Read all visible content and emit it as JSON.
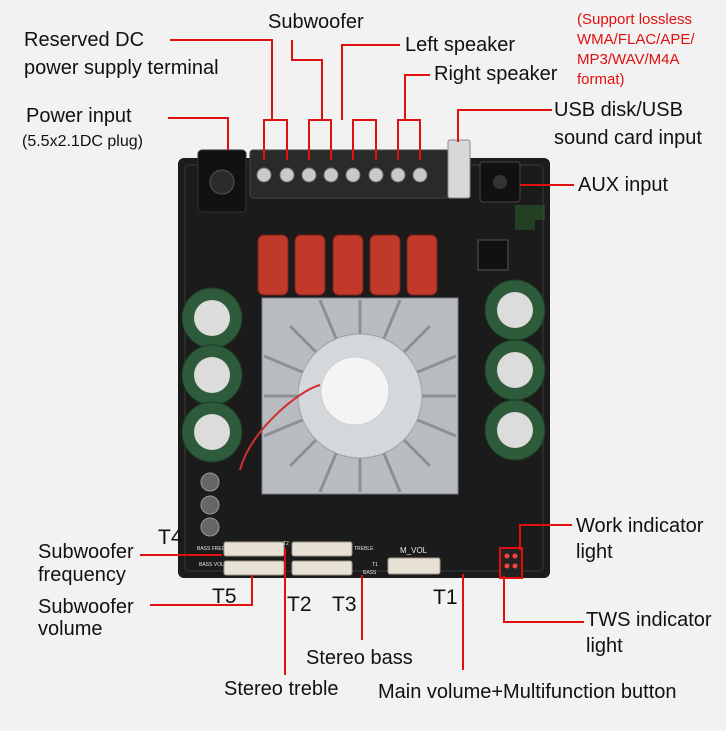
{
  "labels": {
    "reserved_dc_1": "Reserved DC",
    "reserved_dc_2": "power supply terminal",
    "power_input": "Power input",
    "power_input_spec": "(5.5x2.1DC plug)",
    "subwoofer": "Subwoofer",
    "left_speaker": "Left speaker",
    "right_speaker": "Right speaker",
    "formats_1": "(Support lossless",
    "formats_2": "WMA/FLAC/APE/",
    "formats_3": "MP3/WAV/M4A",
    "formats_4": "format)",
    "usb_1": "USB disk/USB",
    "usb_2": "sound card input",
    "aux": "AUX input",
    "work_1": "Work indicator",
    "work_2": "light",
    "tws_1": "TWS indicator",
    "tws_2": "light",
    "t4": "T4",
    "t5": "T5",
    "t2": "T2",
    "t3": "T3",
    "t1": "T1",
    "sub_freq_1": "Subwoofer",
    "sub_freq_2": "frequency",
    "sub_vol_1": "Subwoofer",
    "sub_vol_2": "volume",
    "stereo_bass": "Stereo bass",
    "stereo_treble": "Stereo treble",
    "main_volume": "Main volume+Multifunction button"
  },
  "silkscreen": {
    "bass_freq": "BASS FREQ",
    "bass_vol": "BASS VOL",
    "treble": "TREBLE",
    "bass": "BASS",
    "m_vol": "M_VOL",
    "t2": "T2",
    "t1": "T1"
  },
  "colors": {
    "board": "#1c1c1c",
    "callout_line": "#e01010",
    "highlight_red": "#e01010",
    "terminal_green": "#2a2a2a",
    "inductor_copper": "#c0392b"
  }
}
